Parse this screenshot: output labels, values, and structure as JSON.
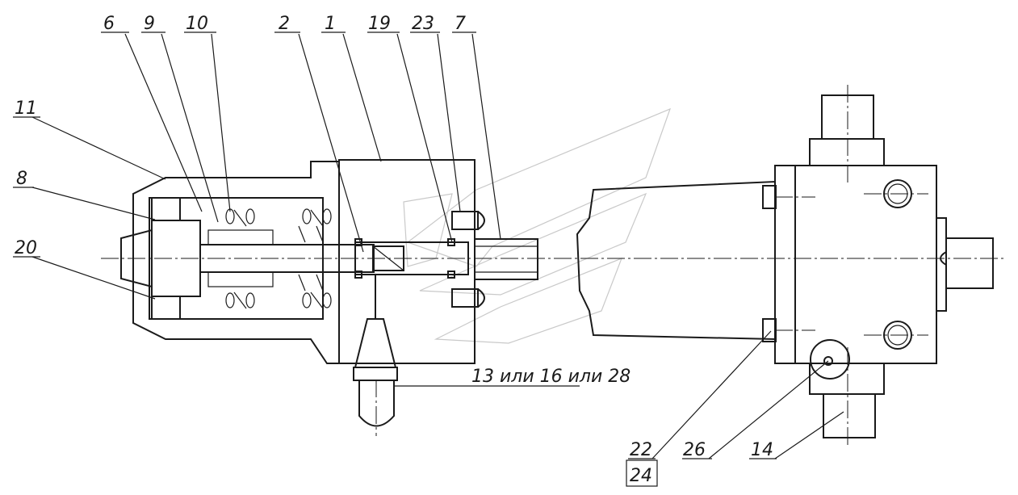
{
  "drawing": {
    "ink": "#1a1a1a",
    "watermark_color": "#c9c9c9",
    "background": "#ffffff"
  },
  "callouts": {
    "c6": "6",
    "c9": "9",
    "c10": "10",
    "c2": "2",
    "c1": "1",
    "c19": "19",
    "c23": "23",
    "c7": "7",
    "c11": "11",
    "c8": "8",
    "c20": "20",
    "c13": "13 или 16 или 28",
    "c22": "22",
    "c24": "24",
    "c26": "26",
    "c14": "14"
  }
}
